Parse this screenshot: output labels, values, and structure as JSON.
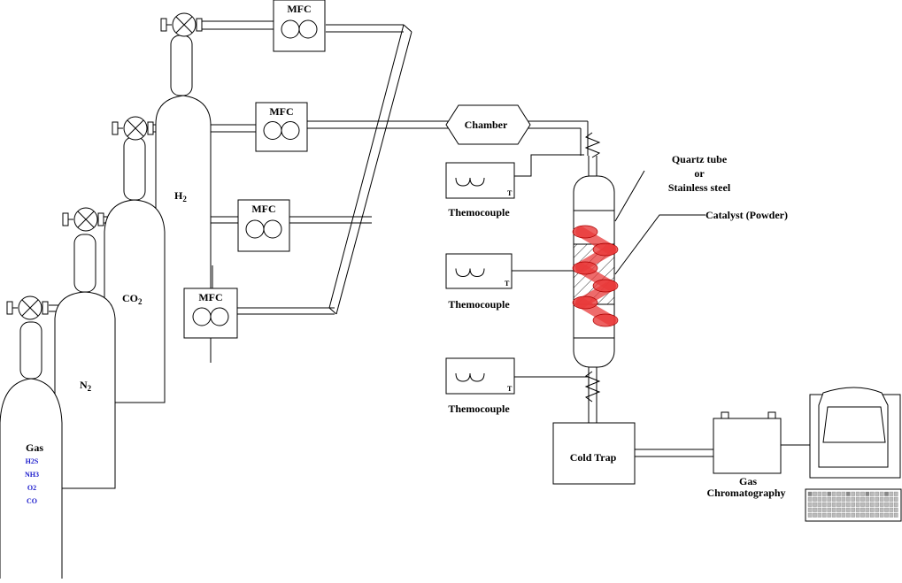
{
  "cylinders": {
    "h2": {
      "label_main": "H",
      "label_sub": "2"
    },
    "co2": {
      "label_main": "CO",
      "label_sub": "2"
    },
    "n2": {
      "label_main": "N",
      "label_sub": "2"
    },
    "gas": {
      "label": "Gas",
      "items": [
        "H2S",
        "NH3",
        "O2",
        "CO"
      ],
      "item_color": "#1a1acc"
    }
  },
  "mfc": {
    "label": "MFC"
  },
  "chamber": {
    "label": "Chamber"
  },
  "thermocouple": {
    "label": "Themocouple",
    "tag": "T"
  },
  "reactor": {
    "label_lines": [
      "Quartz tube",
      "or",
      "Stainless steel"
    ],
    "catalyst_label": "Catalyst (Powder)",
    "heater_color": "#e83a3a"
  },
  "cold_trap": {
    "label": "Cold Trap"
  },
  "gc": {
    "label_lines": [
      "Gas",
      "Chromatography"
    ]
  }
}
